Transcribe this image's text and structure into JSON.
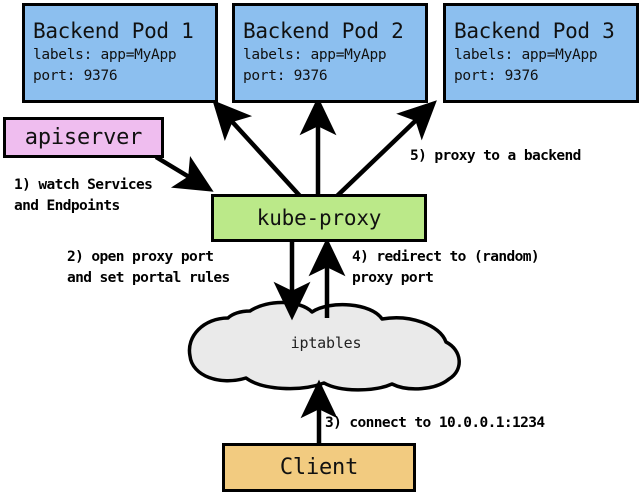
{
  "diagram": {
    "title": "kube-proxy service routing diagram",
    "colors": {
      "pod_fill": "#8CBFEF",
      "apiserver_fill": "#EFBDEF",
      "kubeproxy_fill": "#BBE989",
      "client_fill": "#F2CB80",
      "cloud_fill": "#EAEAEA",
      "stroke": "#000000"
    }
  },
  "pods": [
    {
      "title": "Backend Pod 1",
      "labels_line": "labels: app=MyApp",
      "port_line": "port: 9376"
    },
    {
      "title": "Backend Pod 2",
      "labels_line": "labels: app=MyApp",
      "port_line": "port: 9376"
    },
    {
      "title": "Backend Pod 3",
      "labels_line": "labels: app=MyApp",
      "port_line": "port: 9376"
    }
  ],
  "nodes": {
    "apiserver": "apiserver",
    "kube_proxy": "kube-proxy",
    "iptables": "iptables",
    "client": "Client"
  },
  "steps": {
    "step1_line1": "1) watch Services",
    "step1_line2": "and Endpoints",
    "step2_line1": "2) open proxy port",
    "step2_line2": "and set portal rules",
    "step3": "3) connect to 10.0.0.1:1234",
    "step4_line1": "4) redirect to (random)",
    "step4_line2": "proxy port",
    "step5": "5) proxy to a backend"
  }
}
